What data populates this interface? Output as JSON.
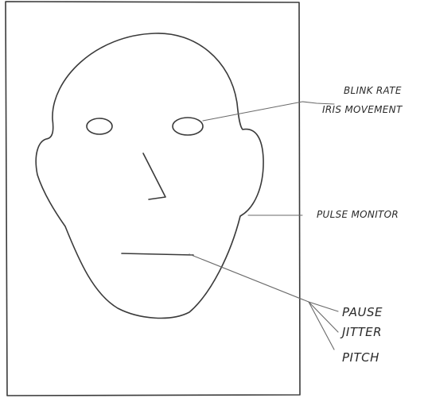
{
  "labels": {
    "blink_rate": "BLINK RATE",
    "iris_movement": "IRIS MOVEMENT",
    "pulse_monitor": "PULSE MONITOR",
    "pause": "PAUSE",
    "jitter": "JITTER",
    "pitch": "PITCH"
  },
  "colors": {
    "ink": "#3a3a3a",
    "background": "#ffffff"
  }
}
